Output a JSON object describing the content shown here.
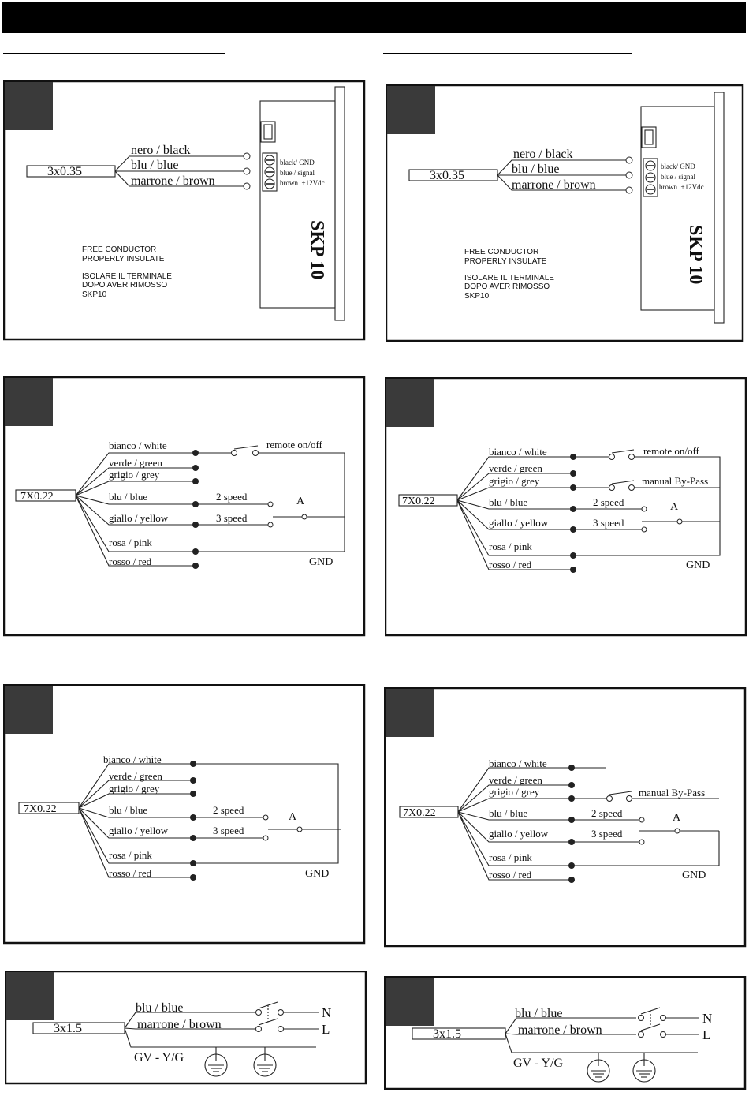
{
  "colors": {
    "background": "#ffffff",
    "ink": "#111111",
    "header_bar": "#000000",
    "tab": "#3a3a3a"
  },
  "skp": {
    "cable": "3x0.35",
    "wires": [
      "nero / black",
      "blu / blue",
      "marrone / brown"
    ],
    "terminals": [
      "black/ GND",
      "blue / signal",
      "brown  +12Vdc"
    ],
    "device": "SKP 10",
    "note_en": [
      "FREE CONDUCTOR",
      "PROPERLY INSULATE"
    ],
    "note_it": [
      "ISOLARE IL TERMINALE",
      "DOPO AVER RIMOSSO",
      "SKP10"
    ]
  },
  "seven": {
    "cable": "7X0.22",
    "wires": [
      "bianco / white",
      "verde / green",
      "grigio / grey",
      "blu / blue",
      "giallo / yellow",
      "rosa / pink",
      "rosso / red"
    ],
    "remote": "remote on/off",
    "bypass": "manual By-Pass",
    "speed2": "2 speed",
    "speed3": "3 speed",
    "a": "A",
    "gnd": "GND"
  },
  "power": {
    "cable": "3x1.5",
    "wires": [
      "blu / blue",
      "marrone / brown",
      "GV - Y/G"
    ],
    "n": "N",
    "l": "L"
  }
}
